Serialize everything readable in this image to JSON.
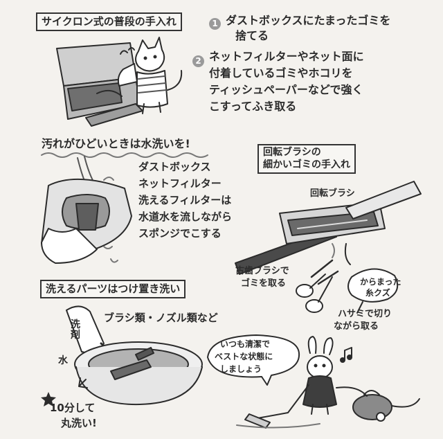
{
  "section_cyclone": {
    "title": "サイクロン式の普段の手入れ",
    "step1_num": "1",
    "step1_line1": "ダストボックスにたまったゴミを",
    "step1_line2": "捨てる",
    "step2_num": "2",
    "step2_line1": "ネットフィルターやネット面に",
    "step2_line2": "付着しているゴミやホコリを",
    "step2_line3": "ティッシュペーパーなどで強く",
    "step2_line4": "こすってふき取る"
  },
  "section_wash": {
    "heading": "汚れがひどいときは水洗いを!",
    "line1": "ダストボックス",
    "line2": "ネットフィルター",
    "line3": "洗えるフィルターは",
    "line4": "水道水を流しながら",
    "line5": "スポンジでこする"
  },
  "section_brush": {
    "title_line1": "回転ブラシの",
    "title_line2": "細かいゴミの手入れ",
    "label_brush": "回転ブラシ",
    "label_old_toothbrush_line1": "古歯ブラシで",
    "label_old_toothbrush_line2": "ゴミを取る",
    "bubble_line1": "からまった",
    "bubble_line2": "糸クズ",
    "label_scissors_line1": "ハサミで切り",
    "label_scissors_line2": "ながら取る"
  },
  "section_soak": {
    "title": "洗えるパーツはつけ置き洗い",
    "subtitle": "ブラシ類・ノズル類など",
    "detergent_label": "洗剤",
    "water_label": "水",
    "note_line1": "10分して",
    "note_line2": "丸洗い!"
  },
  "speech_bubble": {
    "line1": "いつも清潔で",
    "line2": "ベストな状態に",
    "line3": "しましょう"
  },
  "colors": {
    "ink": "#2b2b2b",
    "gray_fill": "#8e8e8e",
    "light_gray": "#c9c9c9",
    "paper": "#f4f2ee"
  }
}
